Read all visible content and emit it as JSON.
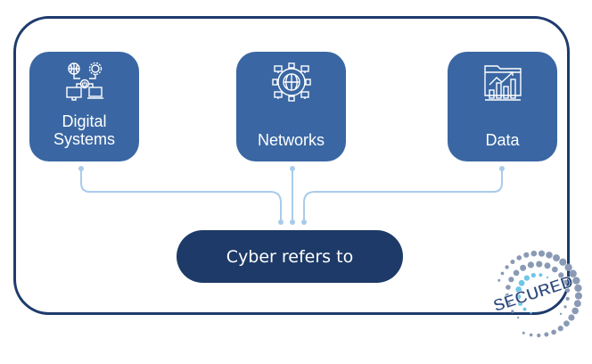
{
  "diagram": {
    "items": [
      {
        "label": "Digital Systems",
        "icon": "digital-systems-icon"
      },
      {
        "label": "Networks",
        "icon": "network-globe-icon"
      },
      {
        "label": "Data",
        "icon": "data-chart-folder-icon"
      }
    ],
    "center_label": "Cyber refers to",
    "badge_text": "SECURED"
  },
  "colors": {
    "frame": "#1e3b6c",
    "box": "#3a67a3",
    "pill": "#1d3a68",
    "connector": "#a9cbeb",
    "badge_dots_gray": "#8a9ab5",
    "badge_dots_cyan": "#6ec6e8",
    "badge_text": "#2d4a7d"
  }
}
